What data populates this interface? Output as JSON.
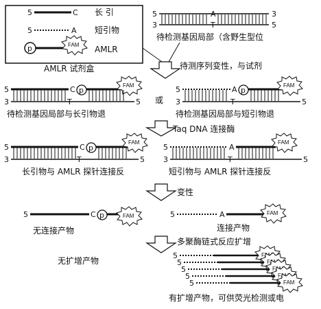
{
  "kit": {
    "title": "AMLR 试剂盒",
    "long_primer_label": "长 引",
    "short_primer_label": "短引物",
    "probe_label": "AMLR",
    "probe_p": "p",
    "fam": "FAM"
  },
  "letters": {
    "five": "5",
    "three": "3",
    "C": "C",
    "A": "A",
    "T": "T",
    "p": "p"
  },
  "texts": {
    "template_caption": "待检测基因局部（含野生型位",
    "variant_note": "待测序列变性，与试剂",
    "anneal_long": "待检测基因局部与长引物退",
    "or": "或",
    "anneal_short": "待检测基因局部与短引物退",
    "ligase": "Taq DNA 连接酶",
    "ligate_long": "长引物与 AMLR 探针连接反",
    "ligate_short": "短引物与 AMLR 探针连接反",
    "denature": "变性",
    "no_ligation": "无连接产物",
    "ligation_product": "连接产物",
    "pcr": "多聚酶链式反应扩增",
    "no_amp": "无扩增产物",
    "amp_result": "有扩增产物，可供荧光检测或电"
  }
}
